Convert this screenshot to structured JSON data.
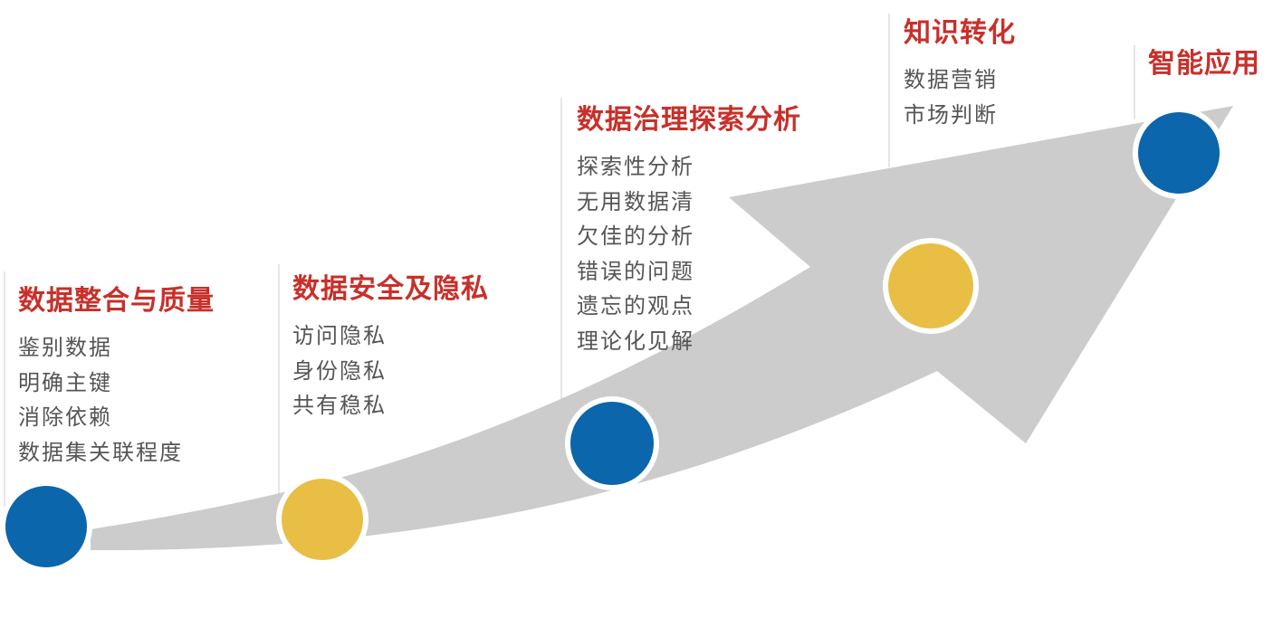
{
  "colors": {
    "title": "#c8302a",
    "text": "#555555",
    "arrow": "#cccccc",
    "blue": "#0b66ab",
    "yellow": "#e8be45",
    "divider": "#dddddd"
  },
  "stages": [
    {
      "title": "数据整合与质量",
      "items": [
        "鉴别数据",
        "明确主键",
        "消除依赖",
        "数据集关联程度"
      ],
      "dot": "blue"
    },
    {
      "title": "数据安全及隐私",
      "items": [
        "访问隐私",
        "身份隐私",
        "共有稳私"
      ],
      "dot": "yellow"
    },
    {
      "title": "数据治理探索分析",
      "items": [
        "探索性分析",
        "无用数据清",
        "欠佳的分析",
        "错误的问题",
        "遗忘的观点",
        "理论化见解"
      ],
      "dot": "blue"
    },
    {
      "title": "知识转化",
      "items": [
        "数据营销",
        "市场判断"
      ],
      "dot": "yellow"
    },
    {
      "title": "智能应用",
      "items": [],
      "dot": "blue"
    }
  ]
}
